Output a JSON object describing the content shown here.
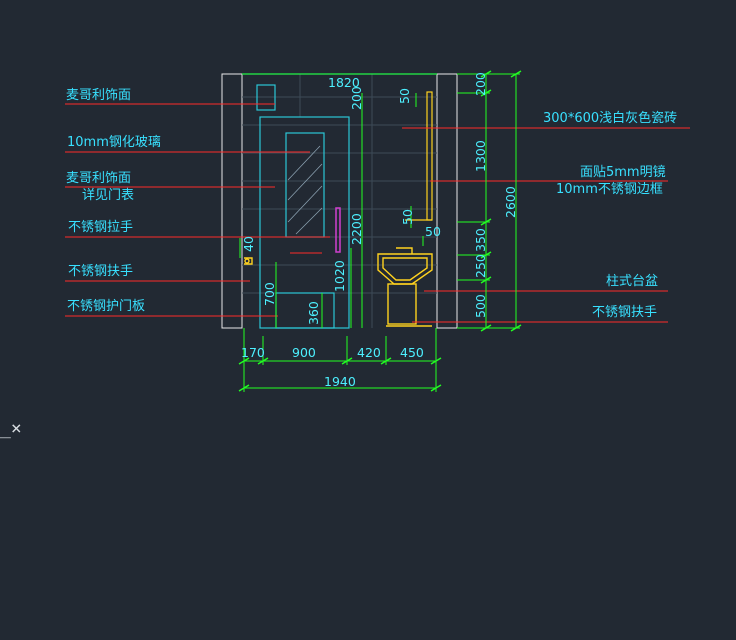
{
  "labels_left": [
    "麦哥利饰面",
    "10mm钢化玻璃",
    "麦哥利饰面",
    "详见门表",
    "不锈钢拉手",
    "不锈钢扶手",
    "不锈钢护门板"
  ],
  "labels_right": [
    "300*600浅白灰色瓷砖",
    "面贴5mm明镜",
    "10mm不锈钢边框",
    "柱式台盆",
    "不锈钢扶手"
  ],
  "dims": {
    "top_width": "1820",
    "top_200": "200",
    "top_50": "50",
    "door_2200": "2200",
    "mirror_50": "50",
    "small_50": "50",
    "h_1020": "1020",
    "h_700": "700",
    "h_360": "360",
    "h_40": "40",
    "b_170": "170",
    "b_900": "900",
    "b_420": "420",
    "b_450": "450",
    "total_1940": "1940",
    "r_200": "200",
    "r_1300": "1300",
    "r_350": "350",
    "r_250": "250",
    "r_500": "500",
    "r_2600": "2600"
  },
  "colors": {
    "background": "#222933",
    "text": "#38e0ff",
    "leader": "#ff2a2a",
    "dimension": "#22ff22",
    "fixture": "#ffd21f",
    "outline": "#e8e8e8"
  },
  "ucs_icon": "ucs-axis-icon"
}
